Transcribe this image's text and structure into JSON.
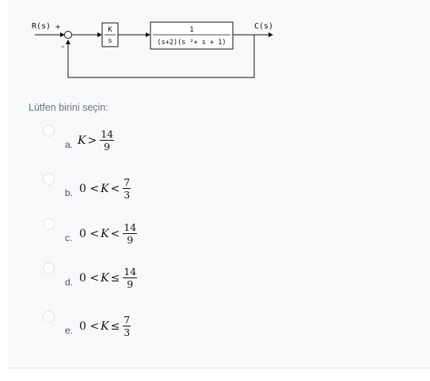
{
  "diagram": {
    "input_label": "R(s)",
    "plus_sign": "+",
    "minus_sign": "-",
    "controller": {
      "numerator": "K",
      "denominator": "s"
    },
    "plant": {
      "numerator": "1",
      "denominator": "(s+2)(s ²+ s  + 1)"
    },
    "output_label": "C(s)"
  },
  "question": {
    "prompt": "Lütfen birini seçin:",
    "options": [
      {
        "letter": "a.",
        "prefix": "",
        "variable": "K",
        "relation": ">",
        "numerator": "14",
        "denominator": "9"
      },
      {
        "letter": "b.",
        "prefix": "0 <",
        "variable": "K",
        "relation": "<",
        "numerator": "7",
        "denominator": "3"
      },
      {
        "letter": "c.",
        "prefix": "0 <",
        "variable": "K",
        "relation": "<",
        "numerator": "14",
        "denominator": "9"
      },
      {
        "letter": "d.",
        "prefix": "0 <",
        "variable": "K",
        "relation": "≤",
        "numerator": "14",
        "denominator": "9"
      },
      {
        "letter": "e.",
        "prefix": "0 <",
        "variable": "K",
        "relation": "≤",
        "numerator": "7",
        "denominator": "3"
      }
    ]
  }
}
